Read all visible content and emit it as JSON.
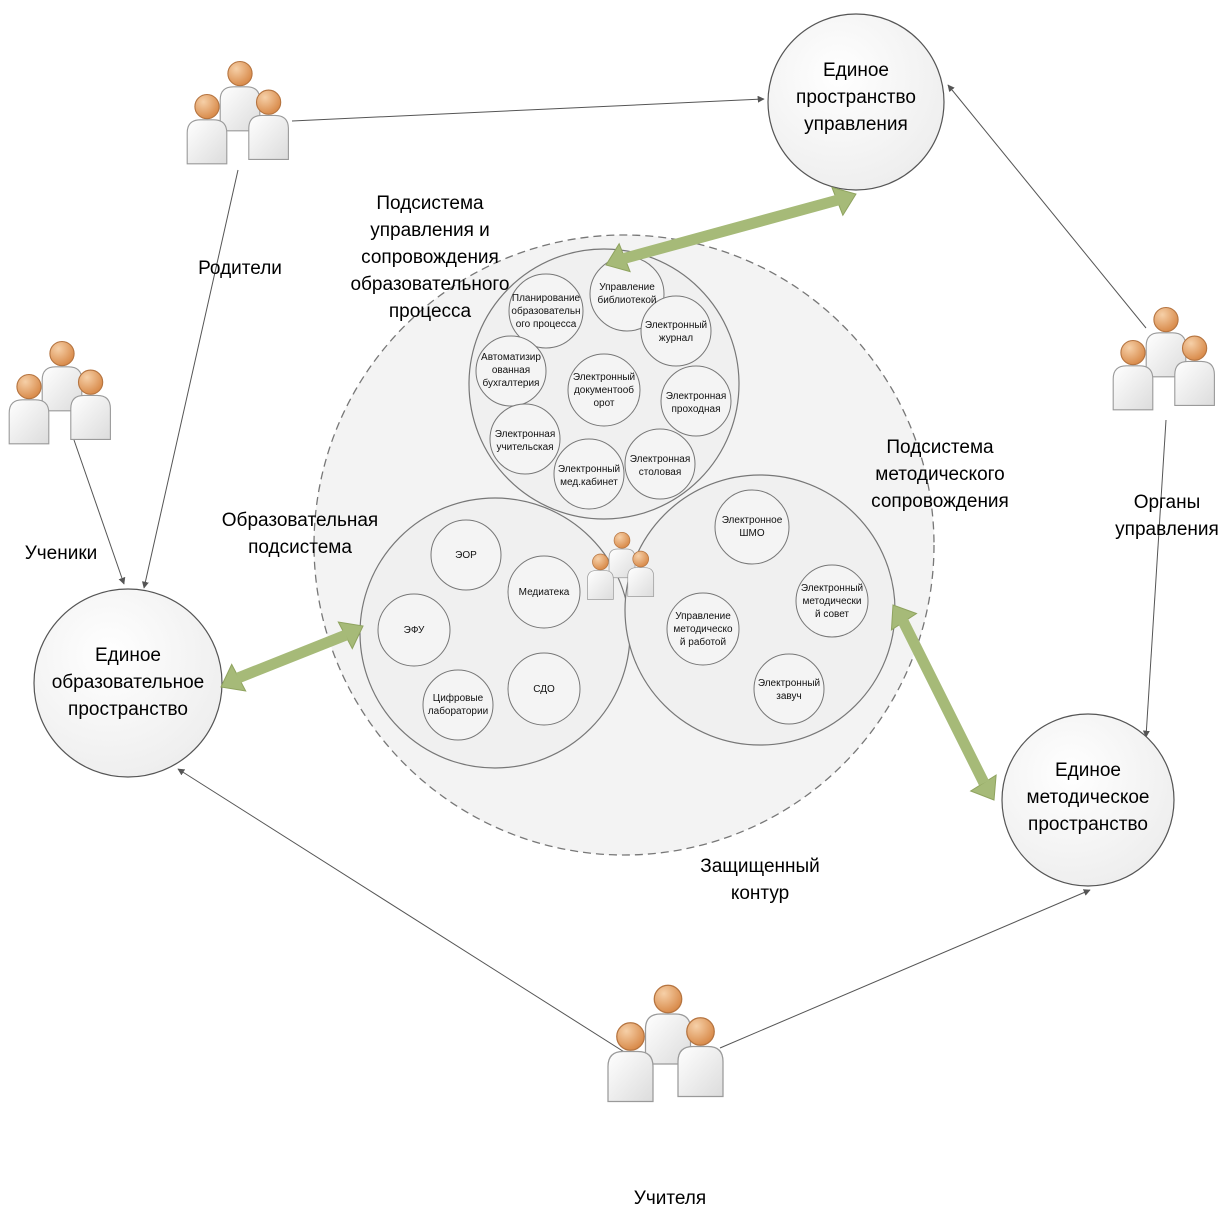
{
  "spaces": {
    "management": [
      "Единое",
      "пространство",
      "управления"
    ],
    "educational": [
      "Единое",
      "образовательное",
      "пространство"
    ],
    "methodical": [
      "Единое",
      "методическое",
      "пространство"
    ]
  },
  "actors": {
    "parents": "Родители",
    "students": "Ученики",
    "authorities": [
      "Органы",
      "управления"
    ],
    "teachers": "Учителя"
  },
  "contour": [
    "Защищенный",
    "контур"
  ],
  "subsystems": {
    "management": {
      "title": [
        "Подсистема",
        "управления и",
        "сопровождения",
        "образовательного",
        "процесса"
      ],
      "modules": [
        [
          "Планирование",
          "образовательн",
          "ого процесса"
        ],
        [
          "Управление",
          "библиотекой"
        ],
        [
          "Электронный",
          "журнал"
        ],
        [
          "Автоматизир",
          "ованная",
          "бухгалтерия"
        ],
        [
          "Электронный",
          "документооб",
          "орот"
        ],
        [
          "Электронная",
          "проходная"
        ],
        [
          "Электронная",
          "учительская"
        ],
        [
          "Электронный",
          "мед.кабинет"
        ],
        [
          "Электронная",
          "столовая"
        ]
      ]
    },
    "educational": {
      "title": [
        "Образовательная",
        "подсистема"
      ],
      "modules": [
        [
          "ЭОР"
        ],
        [
          "Медиатека"
        ],
        [
          "ЭФУ"
        ],
        [
          "Цифровые",
          "лаборатории"
        ],
        [
          "СДО"
        ]
      ]
    },
    "methodical": {
      "title": [
        "Подсистема",
        "методического",
        "сопровождения"
      ],
      "modules": [
        [
          "Электронное",
          "ШМО"
        ],
        [
          "Электронный",
          "методически",
          "й совет"
        ],
        [
          "Управление",
          "методическо",
          "й работой"
        ],
        [
          "Электронный",
          "завуч"
        ]
      ]
    }
  },
  "colors": {
    "person_head": "#e9a56b",
    "person_body": "#f4f4f4",
    "arrow": "#a6ba78",
    "circle_fill": "#f2f2f2",
    "circle_stroke": "#666666",
    "connector": "#555555"
  }
}
